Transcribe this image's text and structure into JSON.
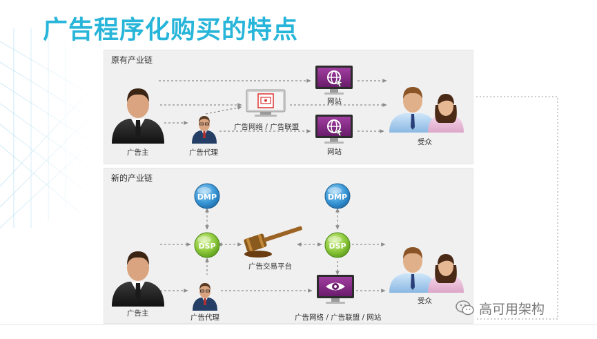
{
  "title": "广告程序化购买的特点",
  "original_chain": {
    "label": "原有产业链",
    "advertiser": "广告主",
    "agency": "广告代理",
    "network": "广告网络 / 广告联盟",
    "website_top": "网站",
    "website_bottom": "网站",
    "audience": "受众"
  },
  "new_chain": {
    "label": "新的产业链",
    "dmp_left": "DMP",
    "dmp_right": "DMP",
    "dsp_left": "DSP",
    "dsp_right": "DSP",
    "exchange": "广告交易平台",
    "advertiser": "广告主",
    "agency": "广告代理",
    "networks_sites": "广告网络 / 广告联盟 / 网站",
    "audience": "受众"
  },
  "watermark": "高可用架构",
  "colors": {
    "title": "#27b5d9",
    "dmp": "#2a88c8",
    "dsp": "#7cbf2f",
    "monitor": "#8a2a88",
    "arrow": "#8c8c8c"
  }
}
